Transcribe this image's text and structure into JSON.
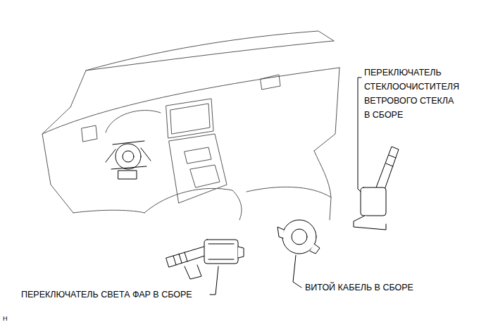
{
  "diagram": {
    "labels": [
      "ПЕРЕКЛЮЧАТЕЛЬ СТЕКЛООЧИСТИТЕЛЯ ВЕТРОВОГО СТЕКЛА В СБОРЕ",
      "ПЕРЕКЛЮЧАТЕЛЬ СВЕТА ФАР В СБОРЕ",
      "ВИТОЙ КАБЕЛЬ В СБОРЕ",
      "H"
    ]
  }
}
